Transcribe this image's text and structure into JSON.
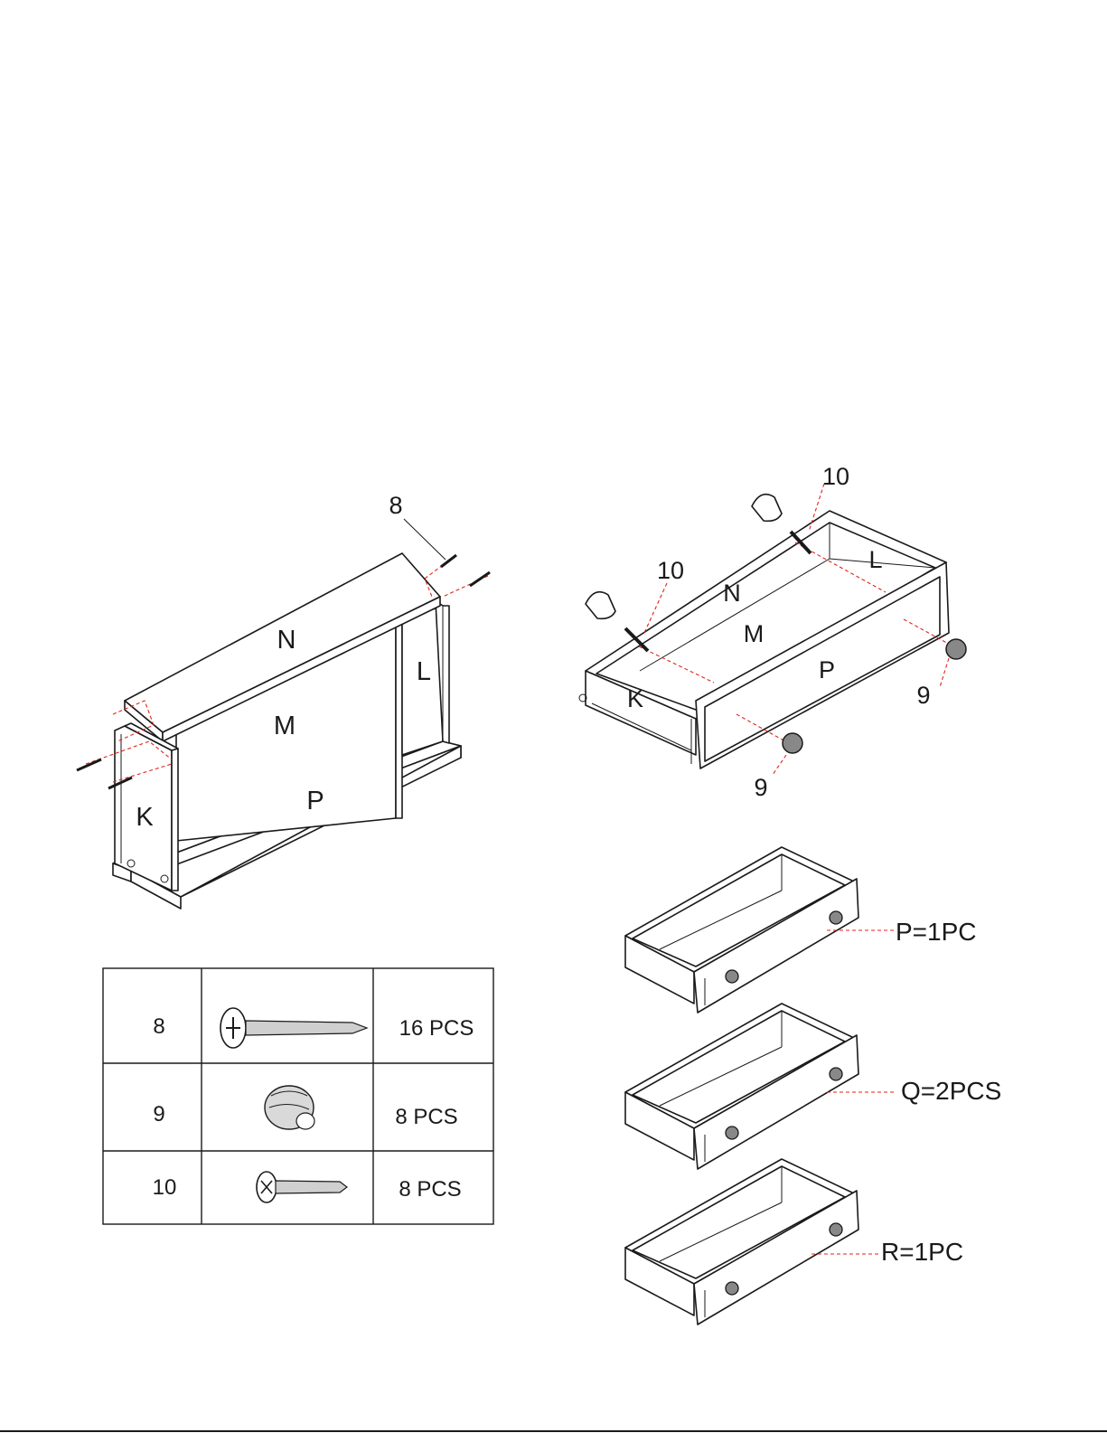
{
  "step1": {
    "panel_labels": {
      "N": "N",
      "L": "L",
      "M": "M",
      "K": "K",
      "P": "P"
    },
    "screw_callout": "8"
  },
  "step2": {
    "panel_labels": {
      "N": "N",
      "L": "L",
      "M": "M",
      "K": "K",
      "P": "P"
    },
    "callouts": {
      "screw_top": "10",
      "screw_left": "10",
      "knob_right": "9",
      "knob_bottom": "9"
    }
  },
  "drawers": [
    {
      "label": "P=1PC"
    },
    {
      "label": "Q=2PCS"
    },
    {
      "label": "R=1PC"
    }
  ],
  "hardware_table": {
    "rows": [
      {
        "number": "8",
        "icon": "long-screw-icon",
        "quantity": "16 PCS"
      },
      {
        "number": "9",
        "icon": "knob-icon",
        "quantity": "8 PCS"
      },
      {
        "number": "10",
        "icon": "short-screw-icon",
        "quantity": "8 PCS"
      }
    ]
  },
  "colors": {
    "line": "#1a1a1a",
    "guide": "#e0241b",
    "background": "#ffffff"
  }
}
